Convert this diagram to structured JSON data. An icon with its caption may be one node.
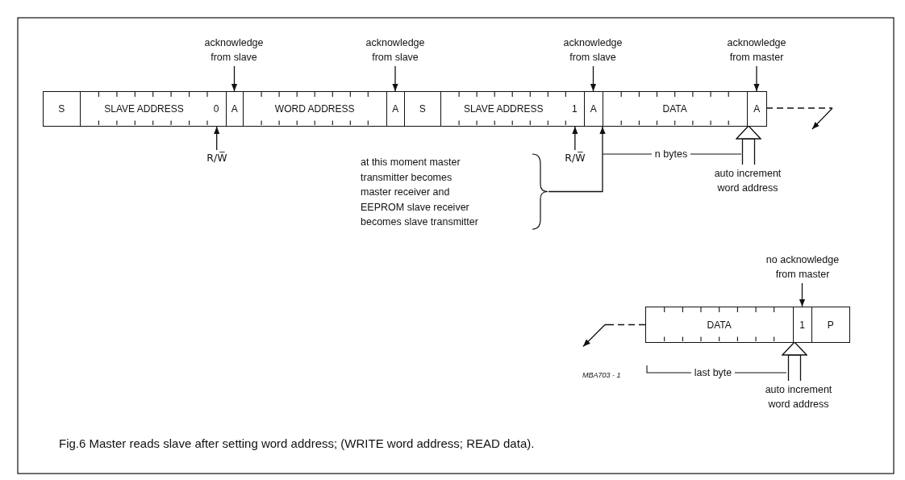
{
  "diagram": {
    "caption": "Fig.6 Master reads slave after setting word address; (WRITE word address; READ data).",
    "nodes": [
      {
        "text": [
          "acknowledge from slave"
        ]
      },
      {
        "text": [
          "acknowledge from slave"
        ]
      },
      {
        "text": [
          "acknowledge from slave"
        ]
      },
      {
        "text": [
          "acknowledge from master"
        ]
      },
      {
        "text": [
          "S"
        ]
      },
      {
        "text": [
          "SLAVE ADDRESS",
          "0"
        ]
      },
      {
        "text": [
          "A"
        ]
      },
      {
        "text": [
          "WORD ADDRESS"
        ]
      },
      {
        "text": [
          "A"
        ]
      },
      {
        "text": [
          "S"
        ]
      },
      {
        "text": [
          "SLAVE ADDRESS",
          "1"
        ]
      },
      {
        "text": [
          "A"
        ]
      },
      {
        "text": [
          "DATA"
        ]
      },
      {
        "text": [
          "A"
        ]
      },
      {
        "text": [
          "R/W̅"
        ]
      },
      {
        "text": [
          "R/W̅"
        ]
      },
      {
        "text": [
          "at this moment master transmitter becomes master receiver and EEPROM slave receiver becomes slave transmitter"
        ]
      },
      {
        "text": [
          "auto increment word address"
        ]
      },
      {
        "text": [
          "no acknowledge from master"
        ]
      },
      {
        "text": [
          "DATA"
        ]
      },
      {
        "text": [
          "1"
        ]
      },
      {
        "text": [
          "P"
        ]
      },
      {
        "text": [
          "auto increment word address"
        ]
      }
    ],
    "edges": [
      {
        "from": 0,
        "to": 6,
        "arrow": "to"
      },
      {
        "from": 1,
        "to": 8,
        "arrow": "to"
      },
      {
        "from": 2,
        "to": 11,
        "arrow": "to"
      },
      {
        "from": 3,
        "to": 13,
        "arrow": "to"
      },
      {
        "from": 14,
        "to": 5,
        "arrow": "to"
      },
      {
        "from": 15,
        "to": 10,
        "arrow": "to"
      },
      {
        "from": 16,
        "to": 12,
        "arrow": "to"
      },
      {
        "from": 17,
        "to": 13,
        "arrow": "to"
      },
      {
        "from": 13,
        "to": null,
        "arrow": "to",
        "style": "dashed"
      },
      {
        "from": 18,
        "to": 20,
        "arrow": "to"
      },
      {
        "from": 19,
        "to": null,
        "arrow": "to",
        "style": "dashed"
      },
      {
        "from": 22,
        "to": 20,
        "arrow": "to"
      }
    ],
    "labels": [
      "n bytes",
      "last byte",
      "MBA703 - 1"
    ]
  }
}
